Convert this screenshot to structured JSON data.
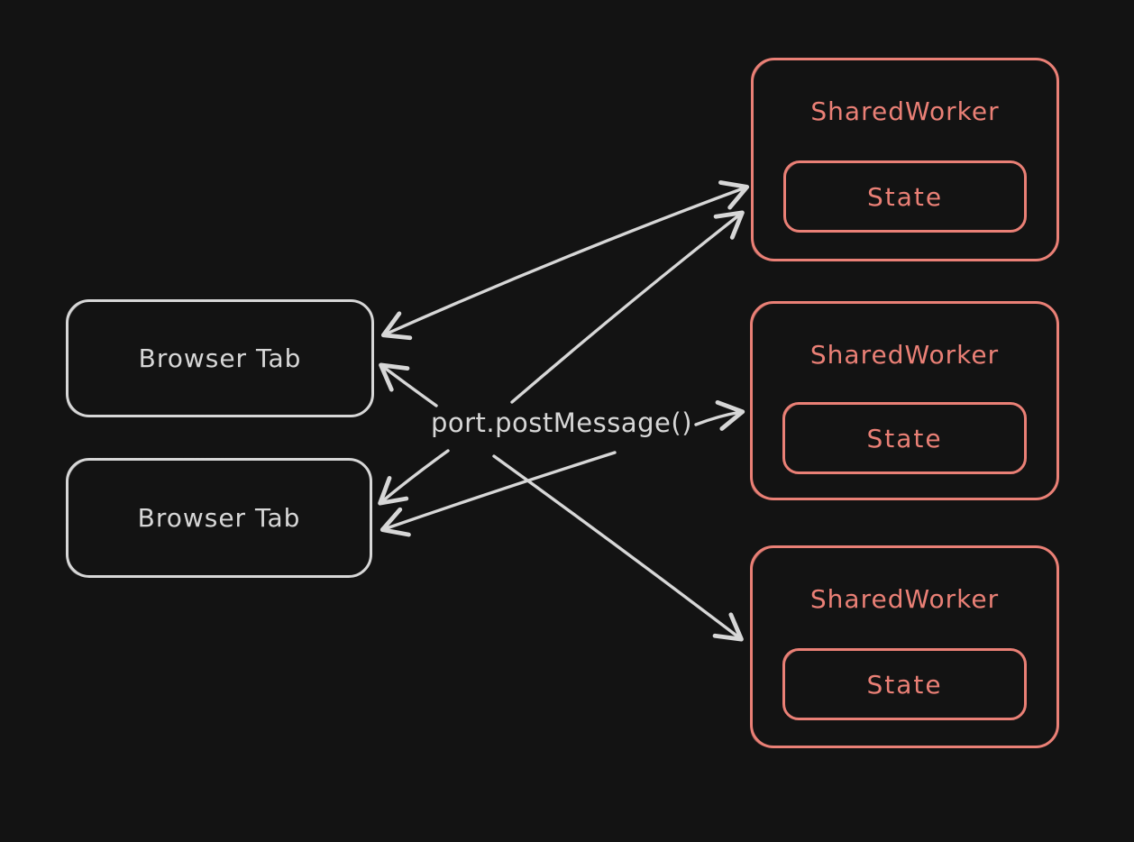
{
  "theme": {
    "bg": "#131313",
    "light": "#d7d7d7",
    "accent": "#ea8076"
  },
  "diagram": {
    "center_label": "port.postMessage()",
    "browser_tabs": [
      {
        "label": "Browser Tab"
      },
      {
        "label": "Browser Tab"
      }
    ],
    "workers": [
      {
        "title": "SharedWorker",
        "state_label": "State"
      },
      {
        "title": "SharedWorker",
        "state_label": "State"
      },
      {
        "title": "SharedWorker",
        "state_label": "State"
      }
    ],
    "edges": [
      {
        "from": "browser-tab-1",
        "to": "shared-worker-1",
        "bidirectional": true
      },
      {
        "from": "center-label",
        "to": "shared-worker-1",
        "bidirectional": false
      },
      {
        "from": "center-label",
        "to": "browser-tab-1",
        "bidirectional": false
      },
      {
        "from": "center-label",
        "to": "shared-worker-2",
        "bidirectional": false
      },
      {
        "from": "center-label",
        "to": "browser-tab-2",
        "bidirectional": false
      },
      {
        "from": "center-label",
        "to": "browser-tab-2",
        "bidirectional": false
      },
      {
        "from": "center-label",
        "to": "shared-worker-3",
        "bidirectional": false
      }
    ]
  }
}
